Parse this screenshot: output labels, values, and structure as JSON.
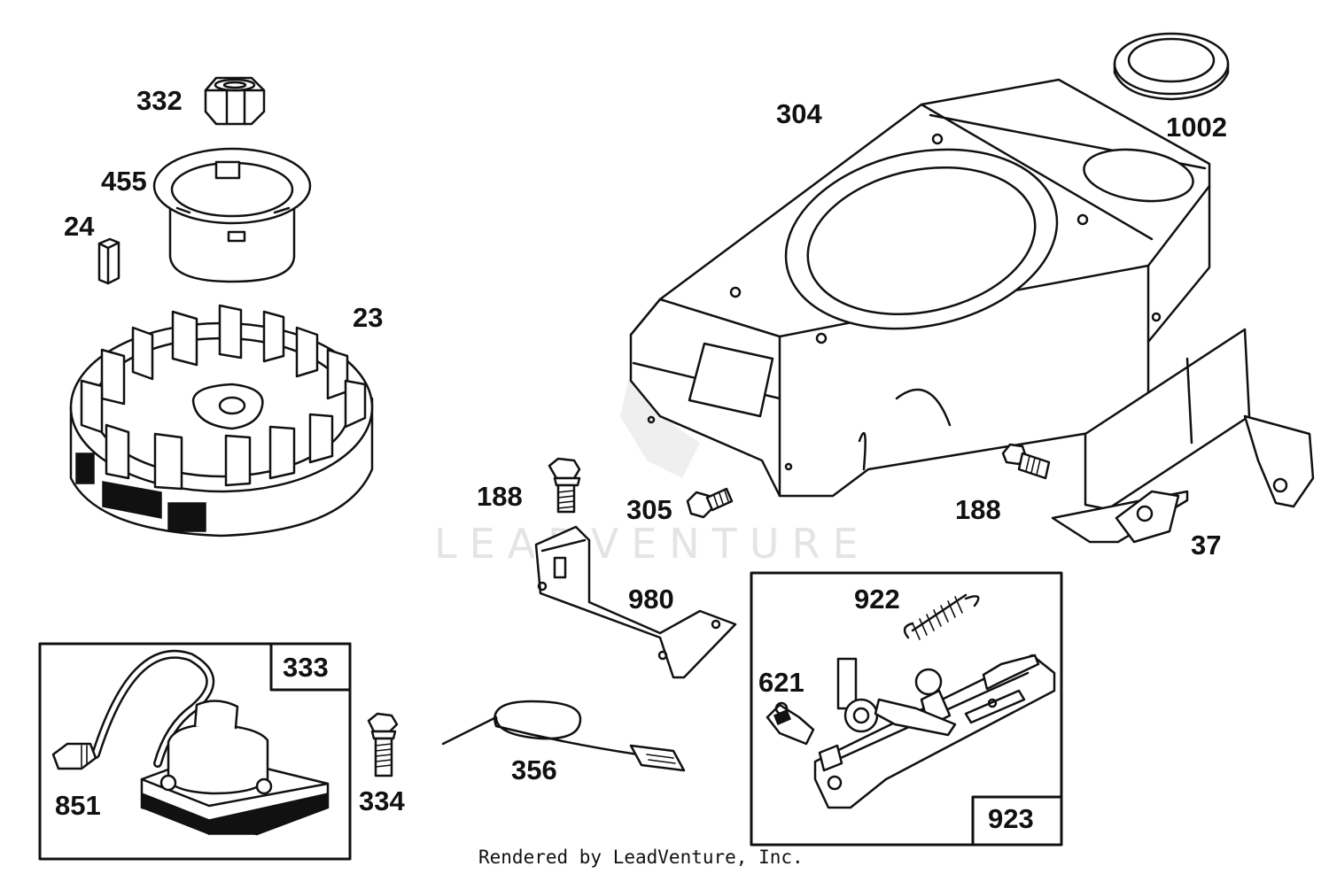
{
  "watermark": "LEADVENTURE",
  "footer": "Rendered by LeadVenture, Inc.",
  "callouts": {
    "c332": "332",
    "c455": "455",
    "c24": "24",
    "c23": "23",
    "c304": "304",
    "c1002": "1002",
    "c188a": "188",
    "c305": "305",
    "c188b": "188",
    "c37": "37",
    "c980": "980",
    "c922": "922",
    "c621": "621",
    "c923": "923",
    "c333": "333",
    "c851": "851",
    "c334": "334",
    "c356": "356"
  }
}
